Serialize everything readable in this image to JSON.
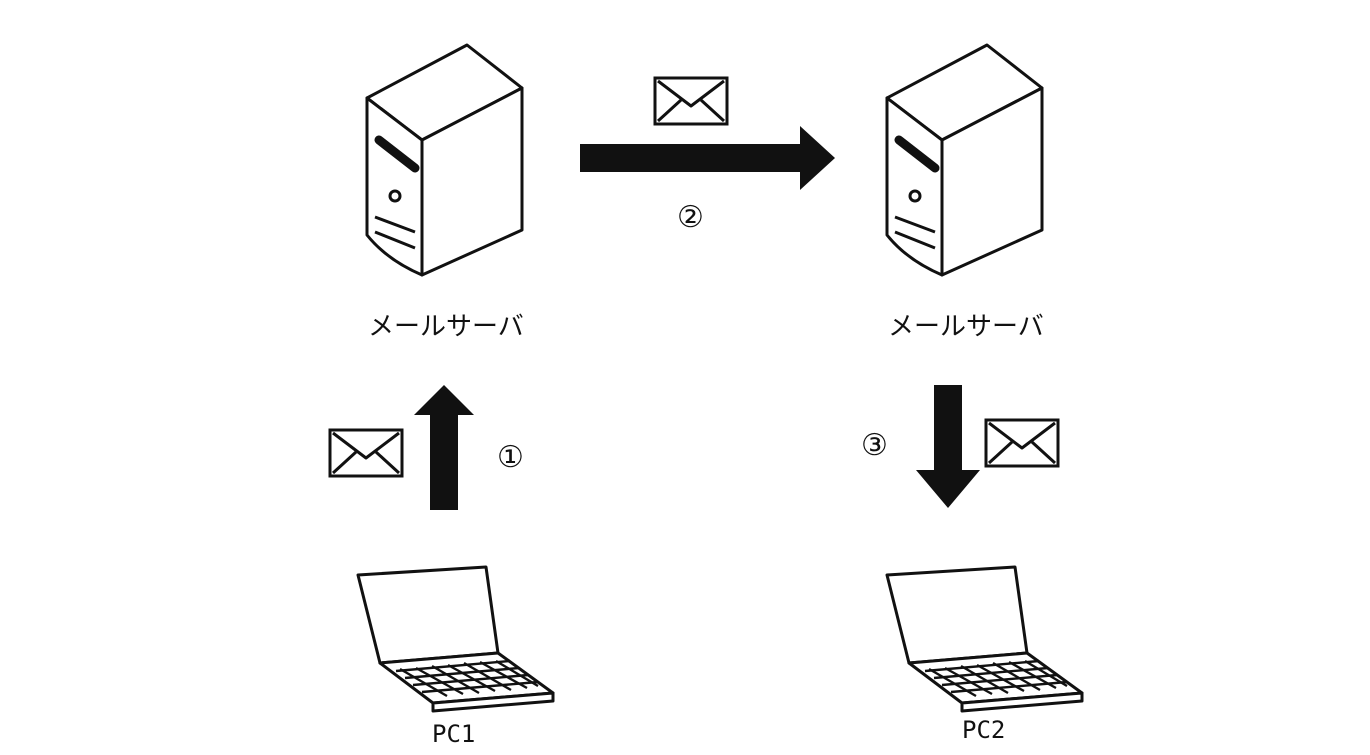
{
  "nodes": {
    "server_left": {
      "label": "メールサーバ",
      "icon": "server-icon"
    },
    "server_right": {
      "label": "メールサーバ",
      "icon": "server-icon"
    },
    "pc1": {
      "label": "PC1",
      "icon": "laptop-icon"
    },
    "pc2": {
      "label": "PC2",
      "icon": "laptop-icon"
    }
  },
  "steps": [
    {
      "number": "①",
      "from": "pc1",
      "to": "server_left",
      "icon": "envelope-icon"
    },
    {
      "number": "②",
      "from": "server_left",
      "to": "server_right",
      "icon": "envelope-icon"
    },
    {
      "number": "③",
      "from": "server_right",
      "to": "pc2",
      "icon": "envelope-icon"
    }
  ],
  "colors": {
    "ink": "#111111",
    "paper": "#ffffff"
  }
}
